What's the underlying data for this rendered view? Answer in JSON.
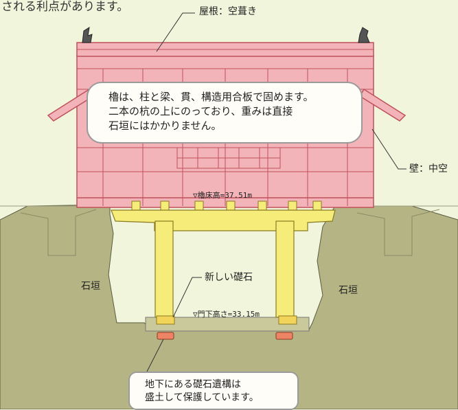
{
  "intro_text": "される利点があります。",
  "labels": {
    "roof": "屋根：空葺き",
    "wall": "壁：中空",
    "floor_level": "▽櫓床高=37.51m",
    "gate_level": "▽門下高さ=33.15m",
    "stone_wall_left": "石垣",
    "stone_wall_right": "石垣",
    "new_foundation": "新しい礎石"
  },
  "callout": {
    "lines": [
      "櫓は、柱と梁、貫、構造用合板で固めます。",
      "二本の杭の上にのっており、重みは直接",
      "石垣にはかかりません。"
    ]
  },
  "note": {
    "lines": [
      "地下にある礎石遺構は",
      "盛土して保護しています。"
    ]
  },
  "colors": {
    "background": "#f1f5dc",
    "building": "#f2b3b9",
    "building_outline": "#c0505a",
    "structure": "#f5ec7a",
    "ground": "#b4b484",
    "foundation_stone": "#ee8466"
  }
}
